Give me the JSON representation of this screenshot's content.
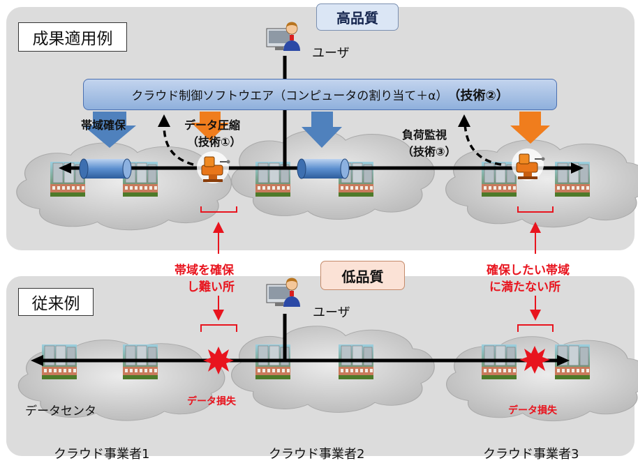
{
  "top": {
    "title": "成果適用例",
    "quality": "高品質",
    "user": "ユーザ",
    "control_software": "クラウド制御ソフトウエア（コンピュータの割り当て＋α）",
    "control_tech": "（技術②）",
    "bandwidth_reserve": "帯域確保",
    "compression_line1": "データ圧縮",
    "compression_line2": "（技術①）",
    "load_monitor_line1": "負荷監視",
    "load_monitor_line2": "（技術③）"
  },
  "middle": {
    "left_line1": "帯域を確保",
    "left_line2": "し難い所",
    "right_line1": "確保したい帯域",
    "right_line2": "に満たない所"
  },
  "bottom": {
    "title": "従来例",
    "quality": "低品質",
    "user": "ユーザ",
    "data_loss_left": "データ損失",
    "data_loss_right": "データ損失",
    "datacenter": "データセンタ"
  },
  "providers": [
    "クラウド事業者1",
    "クラウド事業者2",
    "クラウド事業者3"
  ],
  "colors": {
    "panel": "#dcdcdc",
    "control_bar": "#9db8e2",
    "high_quality_badge": "#dbe6f5",
    "low_quality_badge": "#fbe2d6",
    "down_arrow_blue": "#4f81bd",
    "down_arrow_orange": "#f07d1d",
    "annotation_red": "#e8141e"
  }
}
